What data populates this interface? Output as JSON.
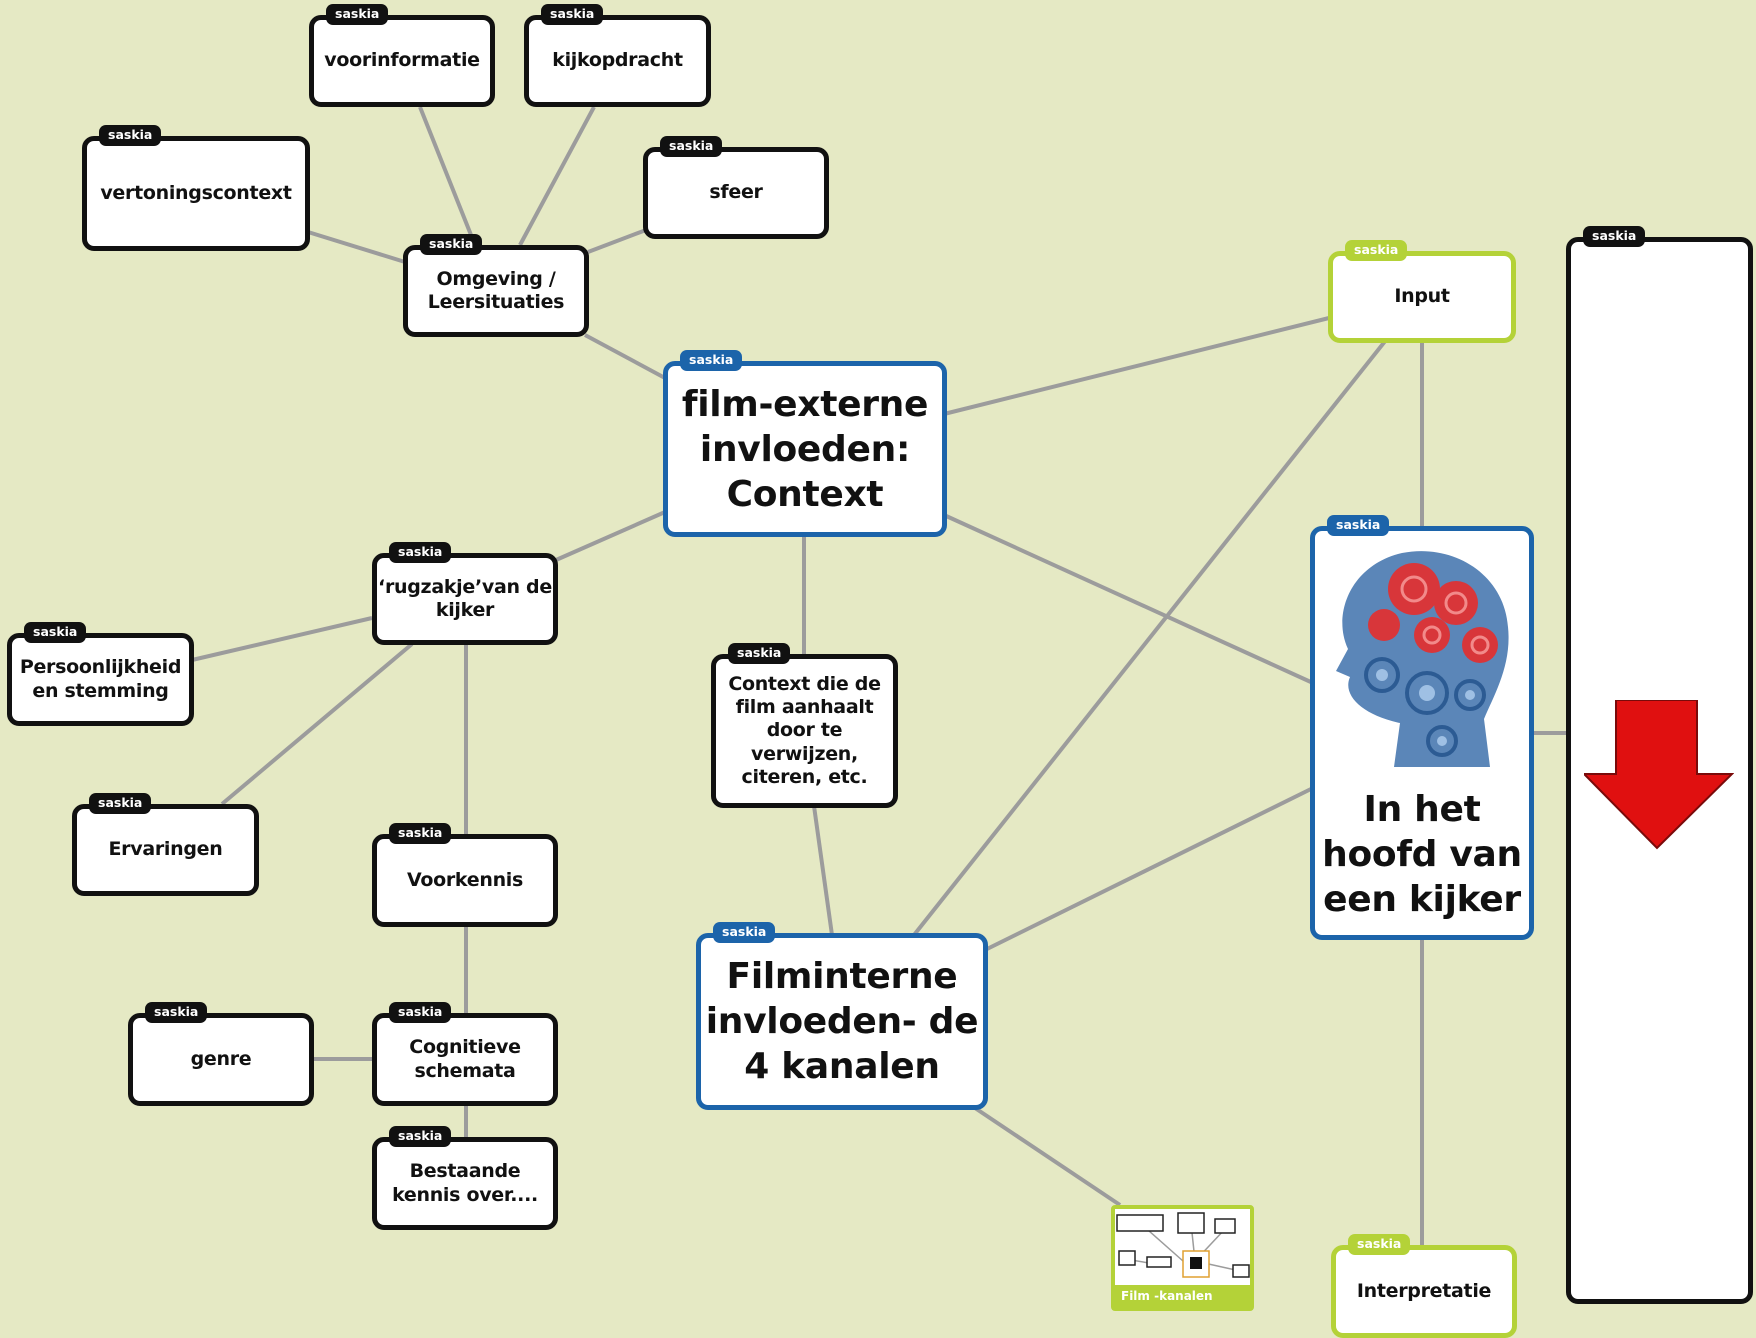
{
  "author_tag": "saskia",
  "colors": {
    "background": "#e5e9c4",
    "edge": "#9c9c9c",
    "default_border": "#111111",
    "blue_border": "#1c64aa",
    "green_border": "#b4d238",
    "arrow_fill": "#e01010"
  },
  "nodes": {
    "voorinformatie": "voorinformatie",
    "kijkopdracht": "kijkopdracht",
    "vertoningscontext": "vertoningscontext",
    "sfeer": "sfeer",
    "omgeving": "Omgeving /\nLeersituaties",
    "film_extern": "film-externe\ninvloeden:\nContext",
    "input": "Input",
    "rugzakje": "‘rugzakje’van de\nkijker",
    "persoonlijkheid": "Persoonlijkheid\nen stemming",
    "context_film": "Context die de\nfilm aanhaalt\ndoor te\nverwijzen,\nciteren, etc.",
    "ervaringen": "Ervaringen",
    "voorkennis": "Voorkennis",
    "filminterne": "Filminterne\ninvloeden- de\n4 kanalen",
    "hoofd": "In het\nhoofd van\neen kijker",
    "genre": "genre",
    "cognitieve": "Cognitieve\nschemata",
    "bestaande": "Bestaande\nkennis over....",
    "interpretatie": "Interpretatie",
    "side_panel": ""
  },
  "thumbnail": {
    "label": "Film -kanalen"
  },
  "icons": {
    "head": "brain-gears-head-icon",
    "arrow": "red-down-arrow-icon"
  }
}
